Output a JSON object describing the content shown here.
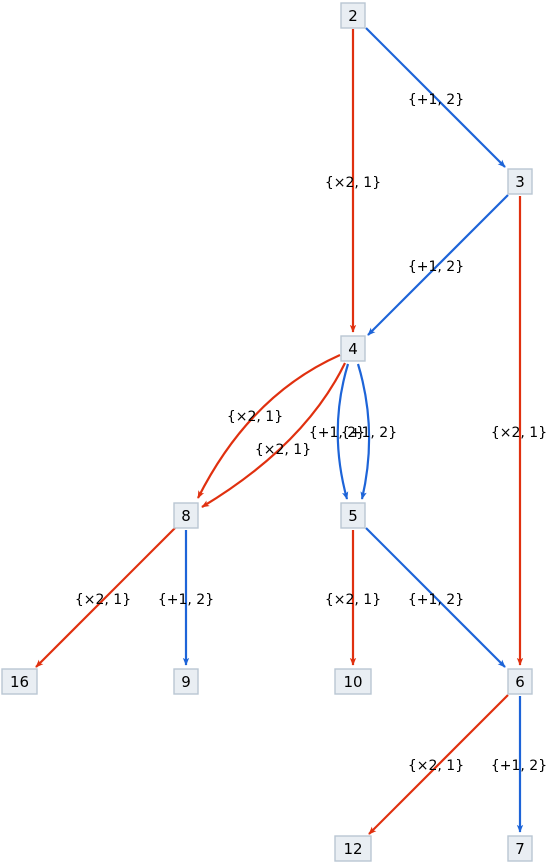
{
  "colors": {
    "red": "#e0300f",
    "blue": "#1d64d8"
  },
  "nodes": [
    {
      "id": "n2",
      "label": "2"
    },
    {
      "id": "n3",
      "label": "3"
    },
    {
      "id": "n4",
      "label": "4"
    },
    {
      "id": "n8",
      "label": "8"
    },
    {
      "id": "n5",
      "label": "5"
    },
    {
      "id": "n16",
      "label": "16"
    },
    {
      "id": "n9",
      "label": "9"
    },
    {
      "id": "n10",
      "label": "10"
    },
    {
      "id": "n6",
      "label": "6"
    },
    {
      "id": "n12",
      "label": "12"
    },
    {
      "id": "n7",
      "label": "7"
    }
  ],
  "edges": [
    {
      "from": "2",
      "to": "4",
      "label": "{×2, 1}",
      "color": "red"
    },
    {
      "from": "2",
      "to": "3",
      "label": "{+1, 2}",
      "color": "blue"
    },
    {
      "from": "3",
      "to": "4",
      "label": "{+1, 2}",
      "color": "blue"
    },
    {
      "from": "3",
      "to": "6",
      "label": "{×2, 1}",
      "color": "red"
    },
    {
      "from": "4",
      "to": "8",
      "label": "{×2, 1}",
      "color": "red"
    },
    {
      "from": "4",
      "to": "8",
      "label": "{×2, 1}",
      "color": "red"
    },
    {
      "from": "4",
      "to": "5",
      "label": "{+1, 2}",
      "color": "blue"
    },
    {
      "from": "4",
      "to": "5",
      "label": "{+1, 2}",
      "color": "blue"
    },
    {
      "from": "8",
      "to": "16",
      "label": "{×2, 1}",
      "color": "red"
    },
    {
      "from": "8",
      "to": "9",
      "label": "{+1, 2}",
      "color": "blue"
    },
    {
      "from": "5",
      "to": "10",
      "label": "{×2, 1}",
      "color": "red"
    },
    {
      "from": "5",
      "to": "6",
      "label": "{+1, 2}",
      "color": "blue"
    },
    {
      "from": "6",
      "to": "12",
      "label": "{×2, 1}",
      "color": "red"
    },
    {
      "from": "6",
      "to": "7",
      "label": "{+1, 2}",
      "color": "blue"
    }
  ]
}
